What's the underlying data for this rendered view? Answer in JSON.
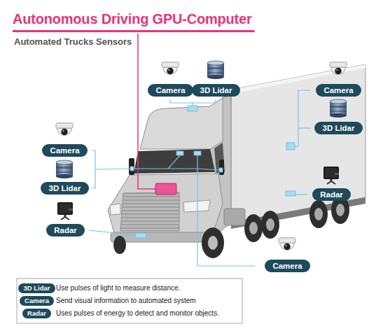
{
  "diagram": {
    "title": "Autonomous Driving GPU-Computer",
    "nodes": [
      {
        "text": [
          "Camera"
        ]
      },
      {
        "text": [
          "3D Lidar"
        ]
      },
      {
        "text": [
          "Camera"
        ]
      },
      {
        "text": [
          "Camera"
        ]
      },
      {
        "text": [
          "3D Lidar"
        ]
      },
      {
        "text": [
          "3D Lidar"
        ]
      },
      {
        "text": [
          "Radar"
        ]
      },
      {
        "text": [
          "Radar"
        ]
      },
      {
        "text": [
          "Camera"
        ]
      },
      {
        "text": [
          "3D Lidar"
        ]
      },
      {
        "text": [
          "Camera"
        ]
      },
      {
        "text": [
          "Radar"
        ]
      }
    ],
    "labels": [
      "Automated Trucks Sensors"
    ],
    "legend": [
      {
        "text": "Use pulses of light to measure distance."
      },
      {
        "text": "Send visual information to automated system"
      },
      {
        "text": "Uses pulses of energy to detect and monitor objects."
      }
    ]
  }
}
